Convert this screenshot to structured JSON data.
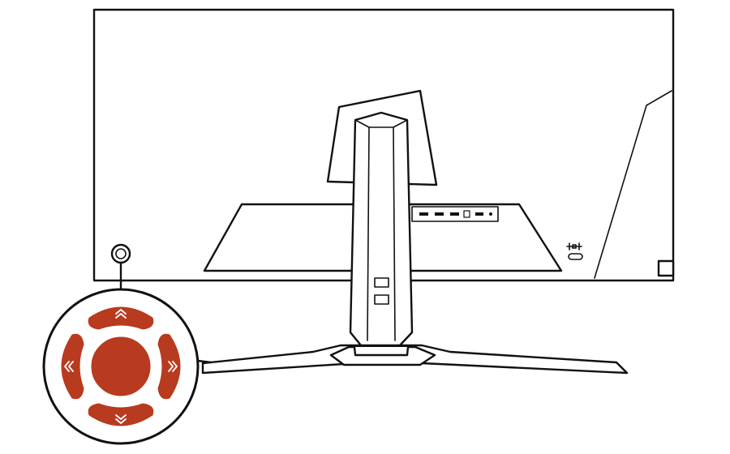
{
  "joystick": {
    "pad_color": "#b83a1f",
    "buttons": [
      {
        "id": "up",
        "icon": "chevron-double-up-icon"
      },
      {
        "id": "down",
        "icon": "chevron-double-down-icon"
      },
      {
        "id": "left",
        "icon": "chevron-double-left-icon"
      },
      {
        "id": "right",
        "icon": "chevron-double-right-icon"
      },
      {
        "id": "center",
        "icon": "press-center-icon"
      }
    ]
  },
  "colors": {
    "line": "#111111",
    "background": "#ffffff"
  }
}
